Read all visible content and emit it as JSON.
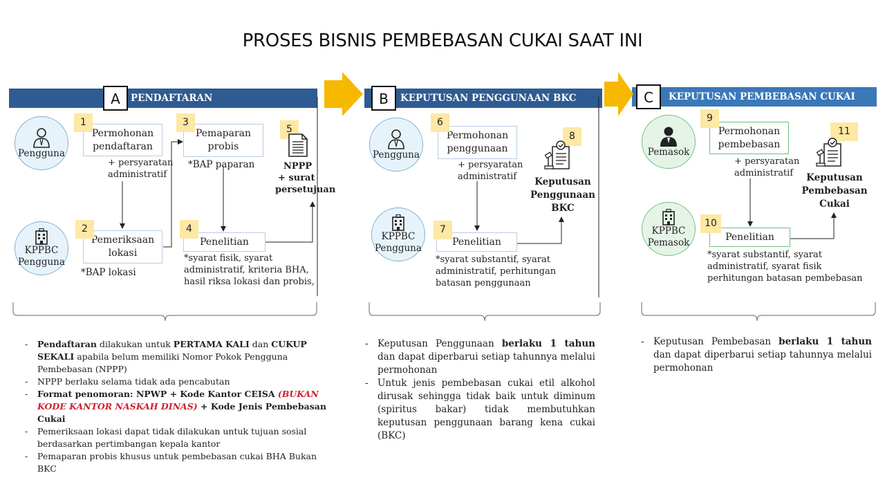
{
  "title": "PROSES BISNIS PEMBEBASAN CUKAI SAAT INI",
  "colors": {
    "band_dark": "#2e5b91",
    "band_light": "#3a78b8",
    "arrow": "#f7b800",
    "number_bg": "#fde8a4",
    "red": "#d0202e"
  },
  "sections": [
    {
      "letter": "A",
      "label": "PENDAFTARAN"
    },
    {
      "letter": "B",
      "label": "KEPUTUSAN PENGGUNAAN BKC"
    },
    {
      "letter": "C",
      "label": "KEPUTUSAN PEMBEBASAN CUKAI"
    }
  ],
  "a": {
    "pengguna": "Pengguna",
    "kppbc": [
      "KPPBC",
      "Pengguna"
    ],
    "s1": {
      "num": "1",
      "label": [
        "Permohonan",
        "pendaftaran"
      ],
      "note": [
        "+ persyaratan",
        "administratif"
      ]
    },
    "s2": {
      "num": "2",
      "label": [
        "Pemeriksaan",
        "lokasi"
      ],
      "note": "*BAP lokasi"
    },
    "s3": {
      "num": "3",
      "label": [
        "Pemaparan",
        "probis"
      ],
      "note": "*BAP paparan"
    },
    "s4": {
      "num": "4",
      "label": "Penelitian",
      "note": [
        "*syarat fisik, syarat",
        "administratif, kriteria BHA,",
        "hasil riksa lokasi dan probis,"
      ]
    },
    "s5": {
      "num": "5",
      "label": [
        "NPPP",
        "+ surat",
        "persetujuan"
      ]
    }
  },
  "b": {
    "pengguna": "Pengguna",
    "kppbc": [
      "KPPBC",
      "Pengguna"
    ],
    "s6": {
      "num": "6",
      "label": [
        "Permohonan",
        "penggunaan"
      ],
      "note": [
        "+ persyaratan",
        "administratif"
      ]
    },
    "s7": {
      "num": "7",
      "label": "Penelitian",
      "note": [
        "*syarat substantif, syarat",
        "administratif, perhitungan",
        "batasan penggunaan"
      ]
    },
    "s8": {
      "num": "8",
      "label": [
        "Keputusan",
        "Penggunaan",
        "BKC"
      ]
    }
  },
  "c": {
    "pemasok": "Pemasok",
    "kppbc": [
      "KPPBC",
      "Pemasok"
    ],
    "s9": {
      "num": "9",
      "label": [
        "Permohonan",
        "pembebasan"
      ],
      "note": [
        "+ persyaratan",
        "administratif"
      ]
    },
    "s10": {
      "num": "10",
      "label": "Penelitian",
      "note": [
        "*syarat substantif, syarat",
        "administratif, syarat fisik",
        "perhitungan batasan pembebasan"
      ]
    },
    "s11": {
      "num": "11",
      "label": [
        "Keputusan",
        "Pembebasan",
        "Cukai"
      ]
    }
  },
  "notes_a": {
    "n1": {
      "b1": "Pendaftaran",
      "t1": " dilakukan untuk ",
      "b2": "PERTAMA KALI",
      "t2": " dan ",
      "b3": "CUKUP SEKALI",
      "t3": " apabila belum memiliki Nomor Pokok Pengguna Pembebasan (NPPP)"
    },
    "n2": "NPPP berlaku selama tidak ada pencabutan",
    "n3": {
      "b1": "Format penomoran: NPWP + Kode Kantor CEISA ",
      "red": "(BUKAN KODE KANTOR NASKAH DINAS)",
      "b2": " + Kode Jenis Pembebasan Cukai"
    },
    "n4": "Pemeriksaan lokasi dapat tidak dilakukan untuk tujuan sosial berdasarkan pertimbangan kepala kantor",
    "n5": "Pemaparan probis khusus untuk pembebasan cukai BHA Bukan BKC"
  },
  "notes_b": {
    "n1": {
      "t1": "Keputusan Penggunaan ",
      "b1": "berlaku 1 tahun",
      "t2": " dan dapat diperbarui setiap tahunnya melalui permohonan"
    },
    "n2": "Untuk jenis pembebasan cukai etil alkohol dirusak sehingga tidak baik untuk diminum (spiritus bakar) tidak membutuhkan keputusan penggunaan barang kena cukai (BKC)"
  },
  "notes_c": {
    "n1": {
      "t1": "Keputusan Pembebasan ",
      "b1": "berlaku 1 tahun",
      "t2": " dan dapat diperbarui setiap tahunnya melalui permohonan"
    }
  }
}
